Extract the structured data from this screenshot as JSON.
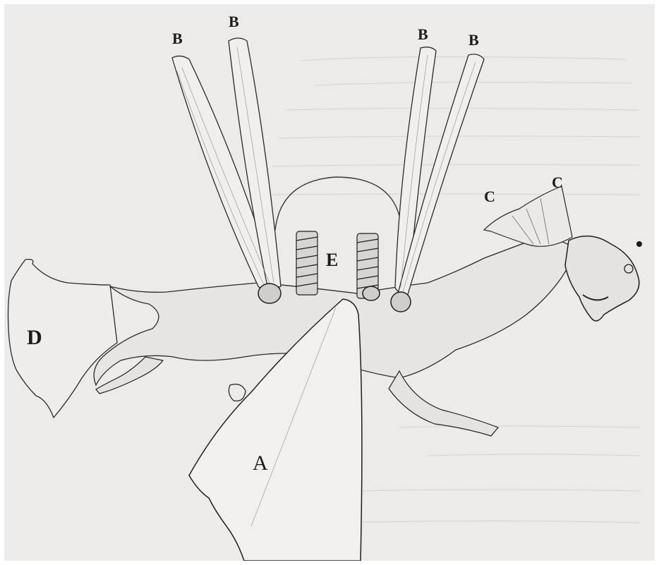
{
  "drawing": {
    "subject": "flying-dragon-automaton",
    "medium": "ink sketch",
    "colors": {
      "paper": "#ecebe9",
      "ink": "#1c1c1c",
      "faint_text": "#c9c8c4"
    }
  },
  "labels": {
    "wing_tips": [
      "B",
      "B",
      "B",
      "B"
    ],
    "head_fins": [
      "C",
      "C"
    ],
    "tail": "D",
    "springs": "E",
    "lower_wing": "A"
  }
}
